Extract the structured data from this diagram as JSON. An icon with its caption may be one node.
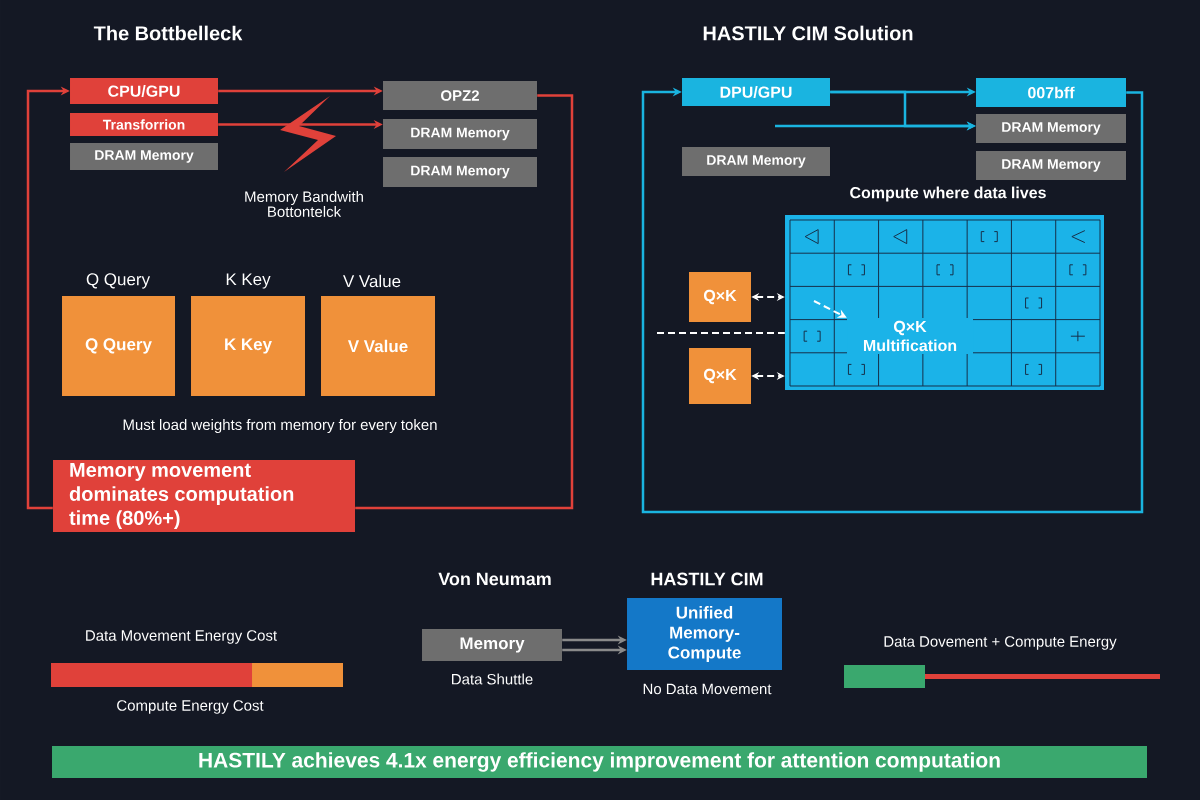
{
  "diagram": {
    "nodes": [
      {
        "text": [
          "CPU/GPU"
        ]
      },
      {
        "text": [
          "Transforrion"
        ]
      },
      {
        "text": [
          "DRAM Memory"
        ]
      },
      {
        "text": [
          "OPZ2"
        ]
      },
      {
        "text": [
          "DRAM Memory"
        ]
      },
      {
        "text": [
          "DRAM Memory"
        ]
      },
      {
        "text": [
          "Q Query",
          "Q Query"
        ]
      },
      {
        "text": [
          "K Key",
          "K Key"
        ]
      },
      {
        "text": [
          "V Value",
          "V Value"
        ]
      },
      {
        "text": [
          "Memory movement dominates computation time (80%+)"
        ]
      },
      {
        "text": [
          "DPU/GPU"
        ]
      },
      {
        "text": [
          "007bff"
        ]
      },
      {
        "text": [
          "DRAM Memory"
        ]
      },
      {
        "text": [
          "DRAM Memory"
        ]
      },
      {
        "text": [
          "DRAM Memory"
        ]
      },
      {
        "text": [],
        "shape": "box"
      },
      {
        "text": [
          "Q×K Multification"
        ],
        "in": 15
      },
      {
        "text": [
          "Q×K"
        ]
      },
      {
        "text": [
          "Q×K"
        ]
      },
      {
        "text": [
          "Von Neumam",
          "Memory"
        ],
        "beside": [
          "Data Shuttle"
        ]
      },
      {
        "text": [
          "HASTILY CIM",
          "Unified Memory-Compute"
        ],
        "beside": [
          "No Data Movement"
        ]
      },
      {
        "text": [
          "HASTILY achieves 4.1x energy efficiency improvement for attention computation"
        ]
      }
    ],
    "edges": [
      {
        "from": 0,
        "to": 3,
        "arrow": "to",
        "color": "#e0413a"
      },
      {
        "from": 1,
        "to": 4,
        "arrow": "to",
        "color": "#e0413a"
      },
      {
        "from": 3,
        "to": 9,
        "arrow": "none",
        "color": "#e0413a"
      },
      {
        "from": 9,
        "to": 0,
        "arrow": "to",
        "color": "#e0413a"
      },
      {
        "from": 10,
        "to": 11,
        "arrow": "to",
        "color": "#1ab4e0"
      },
      {
        "from": 10,
        "to": 12,
        "arrow": "to",
        "color": "#1ab4e0"
      },
      {
        "from": null,
        "to": 12,
        "arrow": "to",
        "color": "#1ab4e0"
      },
      {
        "from": 11,
        "to": 10,
        "arrow": "to",
        "color": "#1ab4e0"
      },
      {
        "from": 17,
        "to": 15,
        "arrow": "both",
        "style": "dashed",
        "color": "#ffffff"
      },
      {
        "from": null,
        "to": 16,
        "arrow": "to",
        "style": "dashed",
        "color": "#ffffff"
      },
      {
        "from": 18,
        "to": 15,
        "arrow": "both",
        "style": "dashed",
        "color": "#ffffff"
      },
      {
        "from": null,
        "to": 15,
        "arrow": "none",
        "style": "dashed",
        "color": "#ffffff"
      },
      {
        "from": 19,
        "to": 20,
        "arrow": "to",
        "color": "#8a8a8a"
      },
      {
        "from": 19,
        "to": 20,
        "arrow": "to",
        "color": "#8a8a8a"
      }
    ],
    "labels": [
      "The Bottbelleck",
      "HASTILY CIM Solution",
      "Memory Bandwith Bottontelck",
      "Compute where data lives",
      "Must load weights from memory for every token",
      "Data Movement Energy Cost",
      "Compute Energy Cost",
      "Data Dovement + Compute Energy"
    ]
  }
}
